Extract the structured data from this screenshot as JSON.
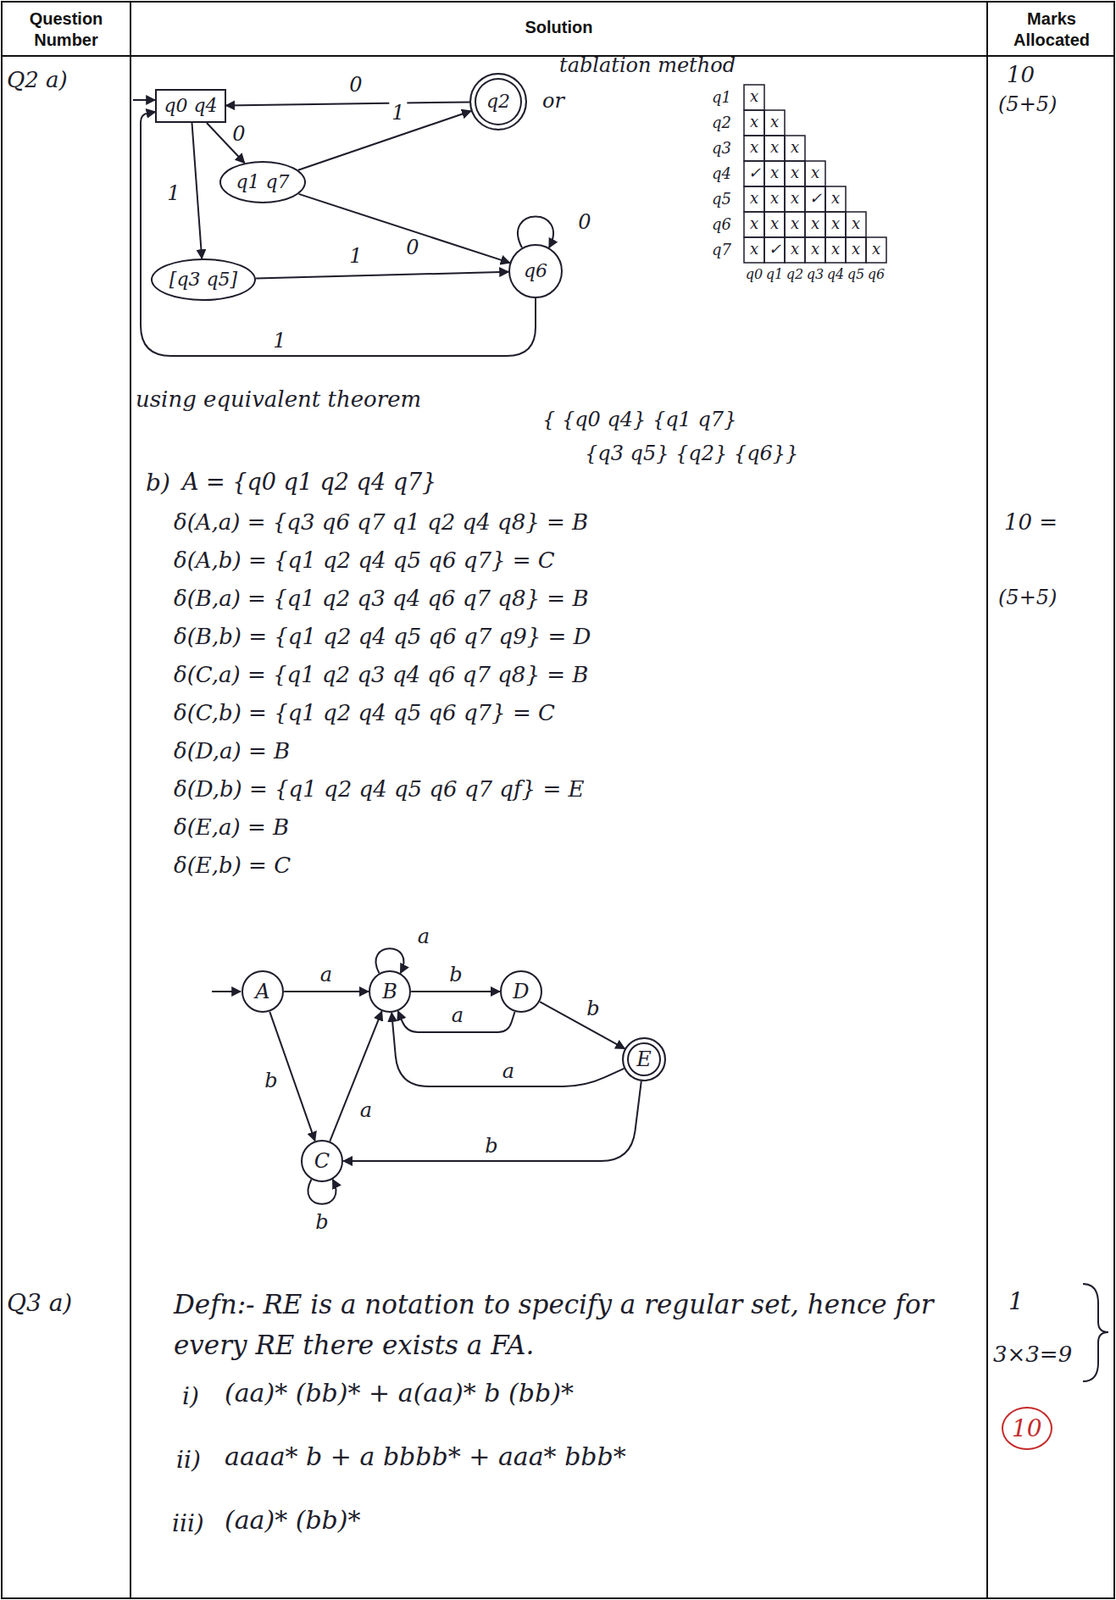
{
  "diagram": {
    "nodes": [
      {
        "text": [
          "q0 q4"
        ]
      },
      {
        "text": [
          "q2"
        ]
      },
      {
        "text": [
          "q1 q7"
        ]
      },
      {
        "text": [
          "[q3 q5]"
        ]
      },
      {
        "text": [
          "q6"
        ]
      },
      {
        "text": [
          "A"
        ]
      },
      {
        "text": [
          "B"
        ]
      },
      {
        "text": [
          "D"
        ]
      },
      {
        "text": [
          "E"
        ]
      },
      {
        "text": [
          "C"
        ]
      }
    ],
    "edges": [
      {
        "from": 1,
        "to": 0,
        "arrow": "to",
        "label": "0"
      },
      {
        "from": 0,
        "to": 2,
        "arrow": "to",
        "label": "0"
      },
      {
        "from": 0,
        "to": 3,
        "arrow": "to",
        "label": "1"
      },
      {
        "from": 2,
        "to": 1,
        "arrow": "to",
        "label": "1"
      },
      {
        "from": 2,
        "to": 4,
        "arrow": "to",
        "label": "0"
      },
      {
        "from": 3,
        "to": 4,
        "arrow": "to",
        "label": "1"
      },
      {
        "from": 4,
        "to": 4,
        "arrow": "to",
        "label": "0"
      },
      {
        "from": 4,
        "to": 0,
        "arrow": "to",
        "label": "1"
      },
      {
        "from": 5,
        "to": 6,
        "arrow": "to",
        "label": "a"
      },
      {
        "from": 6,
        "to": 6,
        "arrow": "to",
        "label": "a"
      },
      {
        "from": 6,
        "to": 7,
        "arrow": "to",
        "label": "b"
      },
      {
        "from": 7,
        "to": 6,
        "arrow": "to",
        "label": "a"
      },
      {
        "from": 7,
        "to": 8,
        "arrow": "to",
        "label": "b"
      },
      {
        "from": 8,
        "to": 6,
        "arrow": "to",
        "label": "a"
      },
      {
        "from": 5,
        "to": 9,
        "arrow": "to",
        "label": "b"
      },
      {
        "from": 9,
        "to": 6,
        "arrow": "to",
        "label": "a"
      },
      {
        "from": 8,
        "to": 9,
        "arrow": "to",
        "label": "b"
      },
      {
        "from": 9,
        "to": 9,
        "arrow": "to",
        "label": "b"
      }
    ],
    "labels": [
      "Question Number",
      "Solution",
      "Marks Allocated",
      "Q2 a)",
      "tablation method",
      "or",
      "10",
      "(5+5)",
      "q1",
      "x",
      "q2",
      "x",
      "x",
      "q3",
      "x",
      "x",
      "x",
      "q4",
      "✓",
      "x",
      "x",
      "x",
      "q5",
      "x",
      "x",
      "x",
      "✓",
      "x",
      "q6",
      "x",
      "x",
      "x",
      "x",
      "x",
      "x",
      "q7",
      "x",
      "✓",
      "x",
      "x",
      "x",
      "x",
      "x",
      "q0",
      "q1",
      "q2",
      "q3",
      "q4",
      "q5",
      "q6",
      "using equivalent theorem",
      "{ {q0 q4} {q1 q7}",
      "{q3 q5} {q2} {q6}}",
      "b)",
      "A = {q0 q1 q2 q4 q7}",
      "δ(A,a) = {q3 q6 q7 q1 q2 q4 q8} = B",
      "δ(A,b) = {q1 q2 q4 q5 q6 q7} = C",
      "δ(B,a) = {q1 q2 q3 q4 q6 q7 q8} = B",
      "δ(B,b) = {q1 q2 q4 q5 q6 q7 q9} = D",
      "δ(C,a) = {q1 q2 q3 q4 q6 q7 q8} = B",
      "δ(C,b) = {q1 q2 q4 q5 q6 q7} = C",
      "δ(D,a) = B",
      "δ(D,b) = {q1 q2 q4 q5 q6 q7 qf} = E",
      "δ(E,a) = B",
      "δ(E,b) = C",
      "10 =",
      "(5+5)",
      "Q3 a)",
      "Defn:- RE is a notation to specify a regular set, hence for every RE there exists a FA.",
      "i)",
      "(aa)* (bb)* + a(aa)* b (bb)*",
      "ii)",
      "aaaa* b + a bbbb* + aaa* bbb*",
      "iii)",
      "(aa)* (bb)*",
      "1",
      "3×3=9",
      "10"
    ]
  }
}
